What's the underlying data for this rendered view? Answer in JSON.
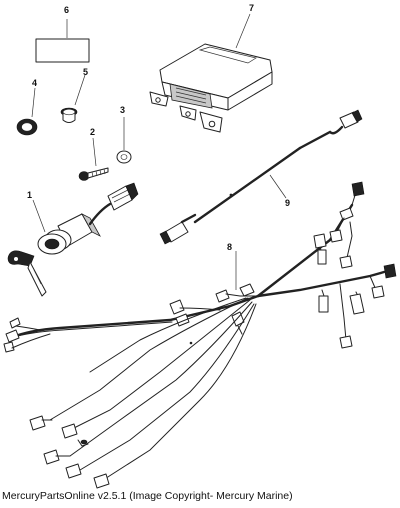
{
  "callouts": {
    "c1": "1",
    "c2": "2",
    "c3": "3",
    "c4": "4",
    "c5": "5",
    "c6": "6",
    "c7": "7",
    "c8": "8",
    "c9": "9"
  },
  "caption": "MercuryPartsOnline v2.5.1 (Image Copyright- Mercury Marine)",
  "icons": {
    "ignition_switch": "ignition-switch-icon",
    "key": "key-icon",
    "screw": "screw-icon",
    "washer": "washer-icon",
    "grommet": "grommet-icon",
    "plug": "plug-icon",
    "decal": "decal-icon",
    "ecm": "ecm-module-icon",
    "harness": "wiring-harness-icon",
    "cable": "extension-cable-icon"
  }
}
